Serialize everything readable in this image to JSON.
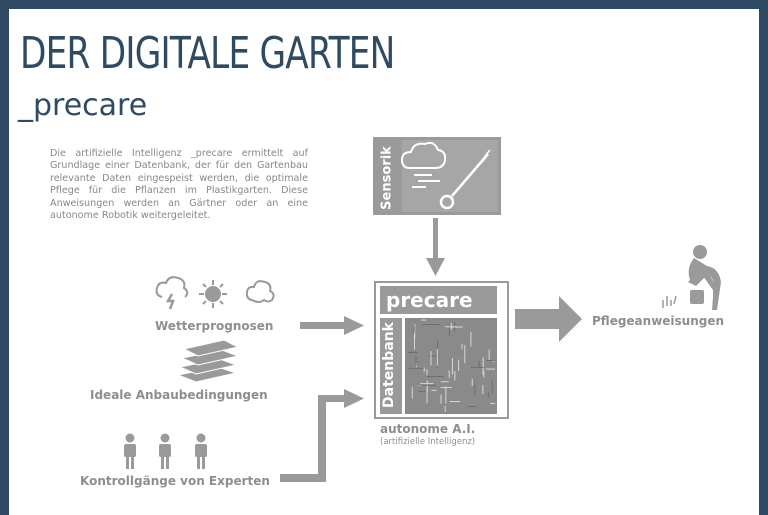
{
  "header": {
    "title": "DER DIGITALE GARTEN",
    "subtitle": "_precare"
  },
  "intro_text": "Die artifizielle Intelligenz _precare ermittelt auf Grundlage einer Datenbank, der für den Gartenbau relevante Daten eingespeist werden, die optimale Pflege für die Pflanzen im Plastikgarten. Diese Anweisungen werden an Gärtner oder an eine autonome Robotik weitergeleitet.",
  "inputs": {
    "weather": "Wetterprognosen",
    "conditions": "Ideale Anbaubedingungen",
    "experts": "Kontrollgänge von Experten"
  },
  "sensor_label": "Sensorik",
  "ai": {
    "brand": "precare",
    "database_label": "Datenbank",
    "name": "autonome A.I.",
    "note": "(artifizielle Intelligenz)"
  },
  "output": "Pflegeanweisungen",
  "colors": {
    "frame": "#2f4a63",
    "title": "#2f4a63",
    "diagram_gray": "#9a9a9a",
    "label_gray": "#8e8e8e"
  },
  "icons": [
    "cloud-lightning-icon",
    "sun-icon",
    "cloud-icon",
    "books-icon",
    "person-icon",
    "thermometer-icon",
    "wind-cloud-icon",
    "gardener-icon"
  ]
}
